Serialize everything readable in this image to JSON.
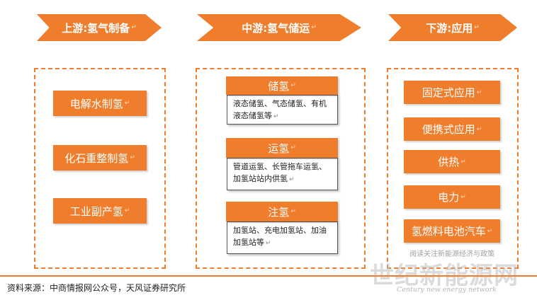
{
  "headers": {
    "upstream": "上游:氢气制备",
    "midstream": "中游:氢气储运",
    "downstream": "下游:应用"
  },
  "return_mark": "↵",
  "upstream": {
    "items": [
      "电解水制氢",
      "化石重整制氢",
      "工业副产氢"
    ]
  },
  "midstream": {
    "sections": [
      {
        "title": "储氢",
        "desc": "液态储氢、气态储氢、有机液态储氢等"
      },
      {
        "title": "运氢",
        "desc": "管道运氢、长管拖车运氢、加氢站站内供氢"
      },
      {
        "title": "注氢",
        "desc": "加氢站、充电加氢站、加油加氢站等"
      }
    ]
  },
  "downstream": {
    "items": [
      "固定式应用",
      "便携式应用",
      "供热",
      "电力",
      "氢燃料电池汽车"
    ]
  },
  "source": "资料来源：中商情报网公众号，天风证券研究所",
  "watermark": {
    "cn": "世纪新能源网",
    "en": "Century new energy network",
    "sub": "阅读关注新能源经济与政策"
  },
  "colors": {
    "accent": "#ef7d2c"
  }
}
